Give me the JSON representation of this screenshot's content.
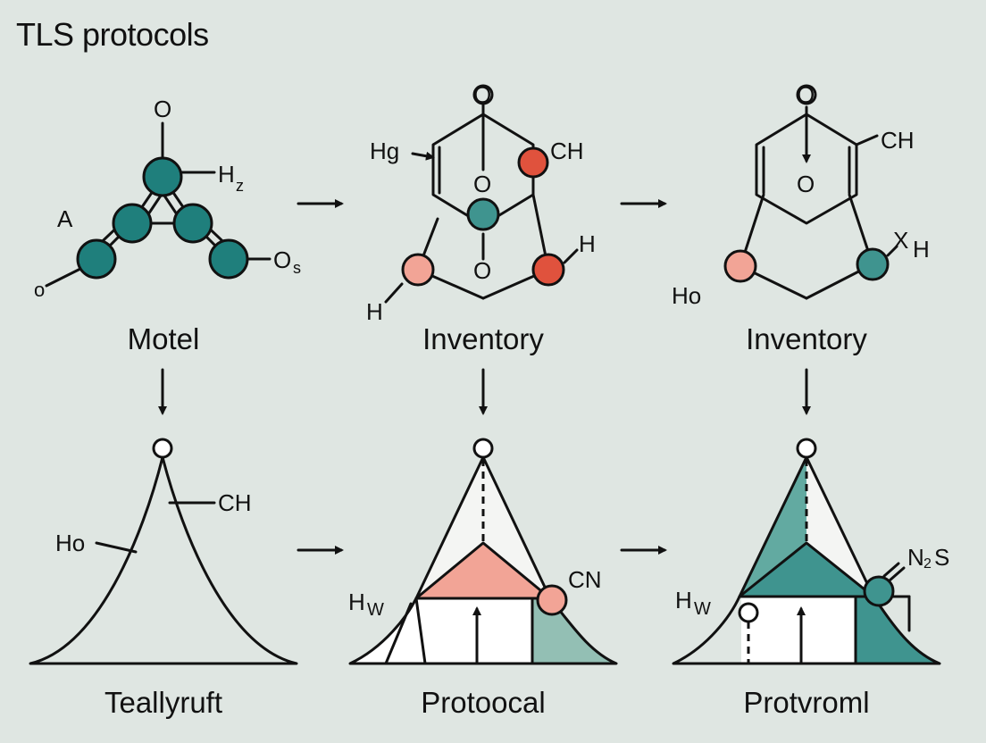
{
  "title": "TLS protocols",
  "colors": {
    "background": "#dfe6e2",
    "teal": "#1f7f7c",
    "teal_fill": "#4ea49c",
    "teal_light": "#93bfb4",
    "red": "#e0523d",
    "pink": "#f3a69a",
    "salmon": "#f2a496",
    "stroke": "#111111"
  },
  "arrows": [
    "arrow-right",
    "arrow-down"
  ],
  "panels": {
    "top_left": {
      "caption": "Motel",
      "labels": {
        "top": "O",
        "right_upper": "H",
        "right_upper_sub": "z",
        "left": "A",
        "bottom_left": "o",
        "right": "O",
        "right_sub": "s"
      }
    },
    "top_middle": {
      "caption": "Inventory",
      "labels": {
        "top": "O",
        "left": "Hg",
        "right": "CH",
        "center_upper": "O",
        "center_lower": "O",
        "right_lower": "H",
        "bottom_left": "H"
      }
    },
    "top_right": {
      "caption": "Inventory",
      "labels": {
        "top": "O",
        "right": "CH",
        "center": "O",
        "right_lower": "X",
        "right_lower_sub": "H",
        "bottom_left": "Ho"
      }
    },
    "bottom_left": {
      "caption": "Teallyruft",
      "labels": {
        "right": "CH",
        "left": "Ho"
      }
    },
    "bottom_middle": {
      "caption": "Protoocal",
      "labels": {
        "left": "H",
        "left_sub": "W",
        "right": "CN"
      }
    },
    "bottom_right": {
      "caption": "Protvroml",
      "labels": {
        "left": "H",
        "left_sub": "W",
        "right": "N",
        "right_sub": "2",
        "right_tail": "S"
      }
    }
  }
}
